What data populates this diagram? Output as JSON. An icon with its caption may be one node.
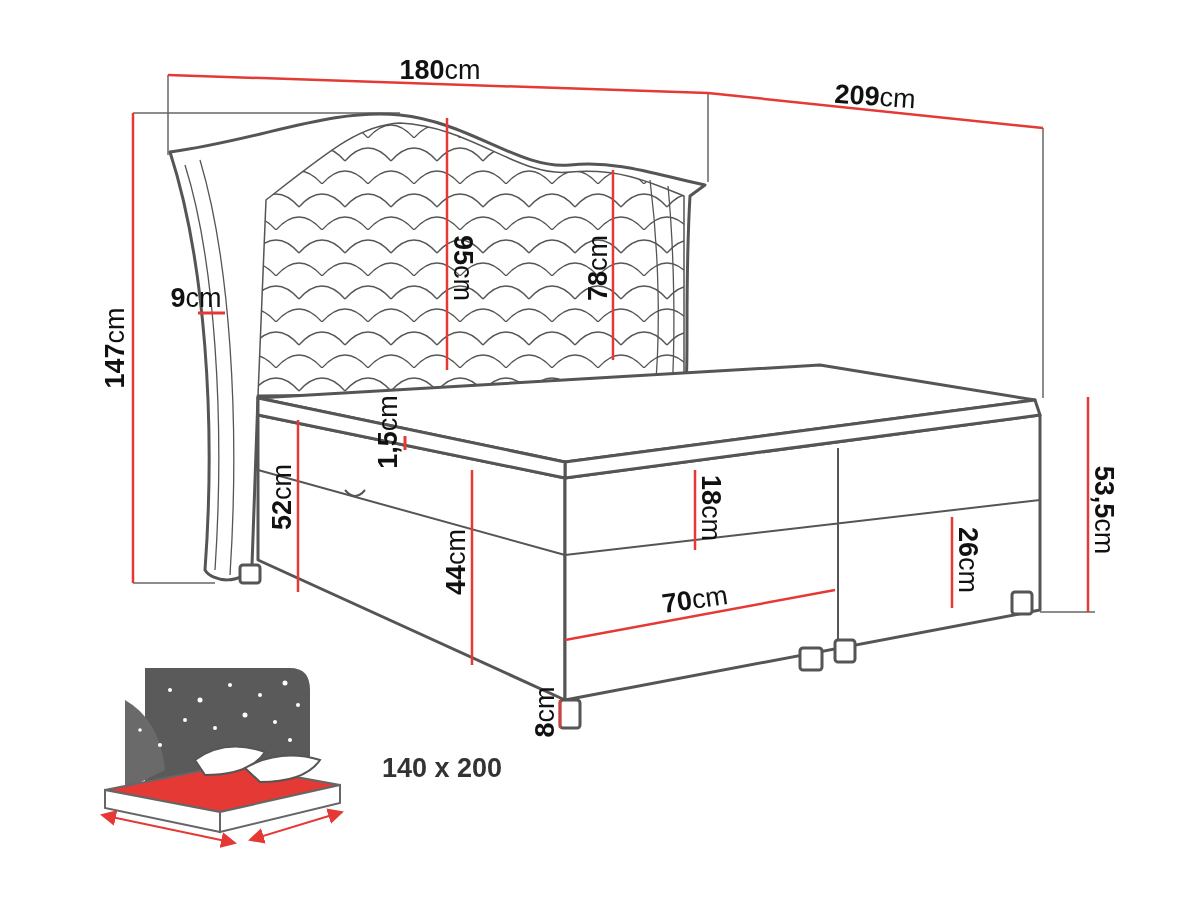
{
  "diagram": {
    "labels": [
      "**180**cm",
      "**209**cm",
      "**147**cm",
      "**9**cm",
      "**95**cm",
      "**78**cm",
      "**1,5**cm",
      "**52**cm",
      "**18**cm",
      "**53,5**cm",
      "**44**cm",
      "**26**cm",
      "**70**cm",
      "**8**cm",
      "140 x 200"
    ]
  }
}
